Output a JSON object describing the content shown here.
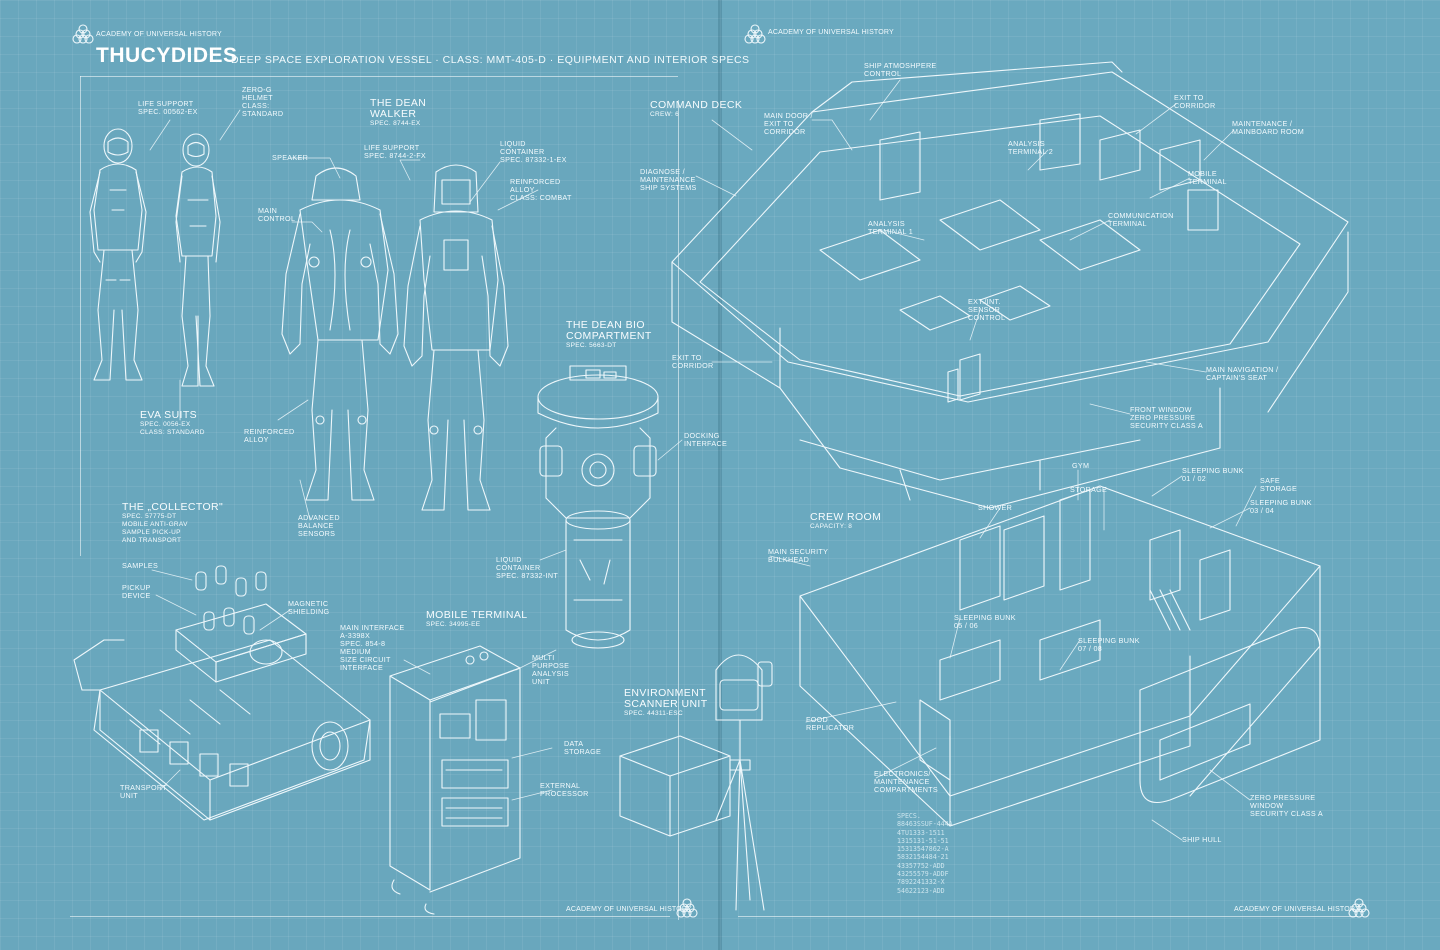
{
  "header": {
    "brand": "ACADEMY OF UNIVERSAL HISTORY",
    "title": "THUCYDIDES",
    "subtitle": "DEEP SPACE EXPLORATION VESSEL · CLASS: MMT-405-D · EQUIPMENT AND INTERIOR SPECS"
  },
  "footer": {
    "brand": "ACADEMY OF UNIVERSAL HISTORY"
  },
  "colors": {
    "background": "#69a7bd",
    "line": "#eef7fb",
    "grid": "rgba(255,255,255,0.07)"
  },
  "left": {
    "life_support_ex": "LIFE SUPPORT\nSPEC. 00562-EX",
    "helmet": "ZERO-G\nHELMET\nCLASS:\nSTANDARD",
    "dean_walker": {
      "title": "THE DEAN\nWALKER",
      "spec": "SPEC. 8744-EX"
    },
    "life_support_fx": "LIFE SUPPORT\nSPEC. 8744-2-FX",
    "speaker": "SPEAKER",
    "liquid_container_1": "LIQUID\nCONTAINER\nSPEC. 87332-1-EX",
    "reinforced_combat": "REINFORCED\nALLOY\nCLASS: COMBAT",
    "main_control": "MAIN\nCONTROL",
    "eva_suits": {
      "title": "EVA SUITS",
      "spec": "SPEC. 0056-EX\nCLASS: STANDARD"
    },
    "reinforced_alloy": "REINFORCED\nALLOY",
    "balance_sensors": "ADVANCED\nBALANCE\nSENSORS",
    "bio_compartment": {
      "title": "THE DEAN BIO\nCOMPARTMENT",
      "spec": "SPEC. 5663-DT"
    },
    "docking_interface": "DOCKING\nINTERFACE",
    "liquid_container_int": "LIQUID\nCONTAINER\nSPEC. 87332-INT",
    "collector": {
      "title": "THE „COLLECTOR\"",
      "spec": "SPEC. 57775-DT\nMOBILE ANTI-GRAV\nSAMPLE PICK-UP\nAND TRANSPORT"
    },
    "samples": "SAMPLES",
    "pickup_device": "PICKUP\nDEVICE",
    "magnetic_shielding": "MAGNETIC\nSHIELDING",
    "transport_unit": "TRANSPORT\nUNIT",
    "main_interface": "MAIN INTERFACE\nA-3398X\nSPEC. 854-8\nMEDIUM\nSIZE CIRCUIT\nINTERFACE",
    "mobile_terminal": {
      "title": "MOBILE TERMINAL",
      "spec": "SPEC. 34995-EE"
    },
    "multi_purpose": "MULTI\nPURPOSE\nANALYSIS\nUNIT",
    "data_storage": "DATA\nSTORAGE",
    "external_processor": "EXTERNAL\nPROCESSOR"
  },
  "right": {
    "env_scanner": {
      "title": "ENVIRONMENT\nSCANNER UNIT",
      "spec": "SPEC. 44311-ESC"
    },
    "ship_atmosphere": "SHIP ATMOSHPERE\nCONTROL",
    "command_deck": {
      "title": "COMMAND DECK",
      "spec": "CREW: 6"
    },
    "main_door": "MAIN DOOR /\nEXIT TO\nCORRIDOR",
    "exit_corridor_top": "EXIT TO\nCORRIDOR",
    "maintenance_room": "MAINTENANCE /\nMAINBOARD ROOM",
    "analysis_terminal_2": "ANALYSIS\nTERMINAL 2",
    "diagnose": "DIAGNOSE /\nMAINTENANCE\nSHIP SYSTEMS",
    "mobile_terminal_room": "MOBILE\nTERMINAL",
    "communication_terminal": "COMMUNICATION\nTERMINAL",
    "analysis_terminal_1": "ANALYSIS\nTERMINAL 1",
    "sensor_control": "EXT./INT.\nSENSOR\nCONTROL",
    "exit_corridor_left": "EXIT TO\nCORRIDOR",
    "main_navigation": "MAIN NAVIGATION /\nCAPTAIN'S SEAT",
    "front_window": "FRONT WINDOW\nZERO PRESSURE\nSECURITY CLASS A",
    "gym": "GYM",
    "storage": "STORAGE",
    "shower": "SHOWER",
    "sleeping_bunk_0102": "SLEEPING BUNK\n01 / 02",
    "safe_storage": "SAFE\nSTORAGE",
    "sleeping_bunk_0304": "SLEEPING BUNK\n03 / 04",
    "crew_room": {
      "title": "CREW ROOM",
      "spec": "CAPACITY: 8"
    },
    "main_security": "MAIN SECURITY\nBULKHEAD",
    "sleeping_bunk_0506": "SLEEPING BUNK\n05 / 06",
    "sleeping_bunk_0708": "SLEEPING BUNK\n07 / 08",
    "food_replicator": "FOOD\nREPLICATOR",
    "electronics": "ELECTRONICS/\nMAINTENANCE\nCOMPARTMENTS",
    "zero_pressure_window": "ZERO PRESSURE\nWINDOW\nSECURITY CLASS A",
    "ship_hull": "SHIP HULL",
    "specs_block": "SPECS.\n88463SSUF-444A\n4TU1333-1511\n1315131-51-51\n15313547862-A\n5832154484-21\n43357752-ADD\n43255579-ADDF\n7892241332-X\n54622123-ADD"
  }
}
